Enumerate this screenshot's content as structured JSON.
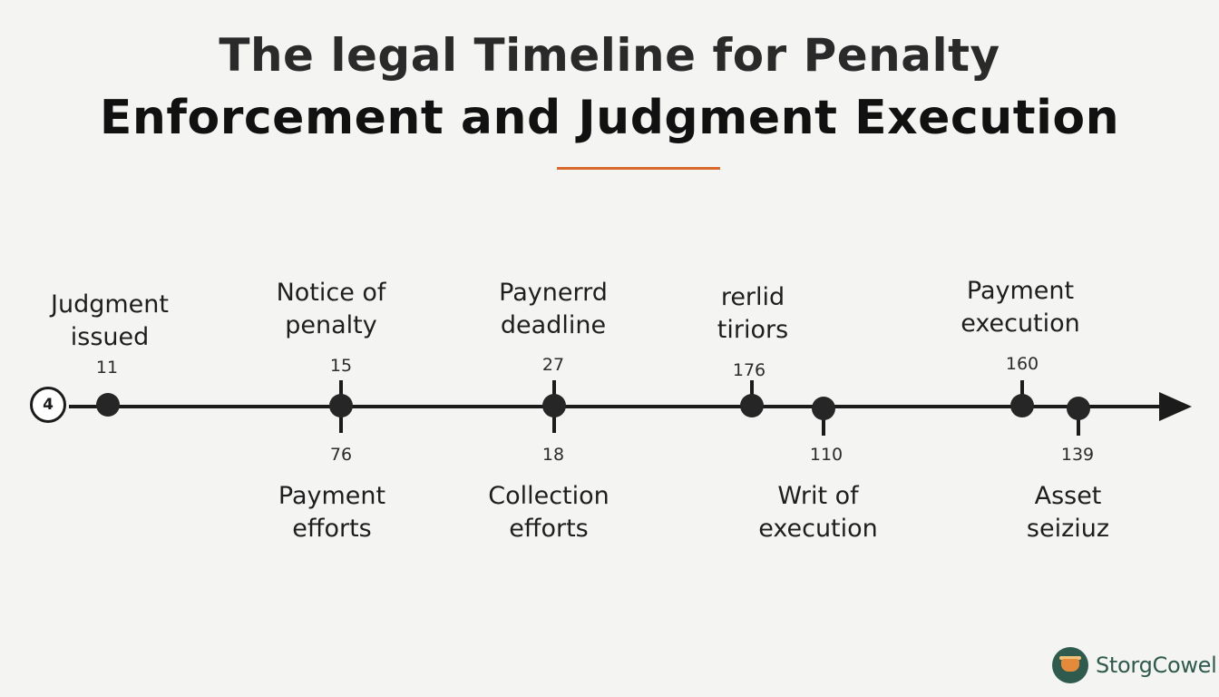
{
  "title": {
    "line1": "The legal Timeline for Penalty",
    "line2": "Enforcement and Judgment Execution"
  },
  "colors": {
    "accent": "#d9692b",
    "line": "#1b1b1b",
    "brand": "#2f5a4e"
  },
  "start_marker": "4",
  "timeline": {
    "above": [
      {
        "label": "Judgment\nissued",
        "number": "11"
      },
      {
        "label": "Notice of\npenalty",
        "number": "15"
      },
      {
        "label": "Paynerrd\ndeadline",
        "number": "27"
      },
      {
        "label": "rerlid\ntiriors",
        "number": "176"
      },
      {
        "label": "Payment\nexecution",
        "number": "160"
      }
    ],
    "below": [
      {
        "label": "Payment\nefforts",
        "number": "76"
      },
      {
        "label": "Collection\nefforts",
        "number": "18"
      },
      {
        "label": "Writ of\nexecution",
        "number": "110"
      },
      {
        "label": "Asset\nseiziuz",
        "number": "139"
      }
    ]
  },
  "brand": {
    "name": "StorgCowel",
    "icon": "cooking-pot-icon"
  }
}
